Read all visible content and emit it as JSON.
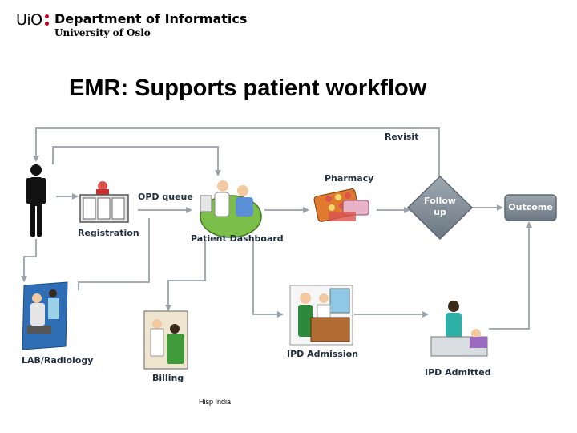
{
  "header": {
    "logo_text": "UiO",
    "department": "Department of Informatics",
    "university": "University of Oslo"
  },
  "title": "EMR: Supports patient workflow",
  "nodes": {
    "registration": "Registration",
    "opd_queue": "OPD queue",
    "patient_dashboard": "Patient Dashboard",
    "pharmacy": "Pharmacy",
    "follow_up": "Follow up",
    "outcome": "Outcome",
    "revisit": "Revisit",
    "lab_radiology": "LAB/Radiology",
    "billing": "Billing",
    "ipd_admission": "IPD Admission",
    "ipd_admitted": "IPD Admitted"
  },
  "footer": "Hisp India",
  "colors": {
    "arrow": "#9aa3ab",
    "box_fill": "#7f8b96",
    "box_text": "#ffffff",
    "uio_red": "#d0021b"
  }
}
